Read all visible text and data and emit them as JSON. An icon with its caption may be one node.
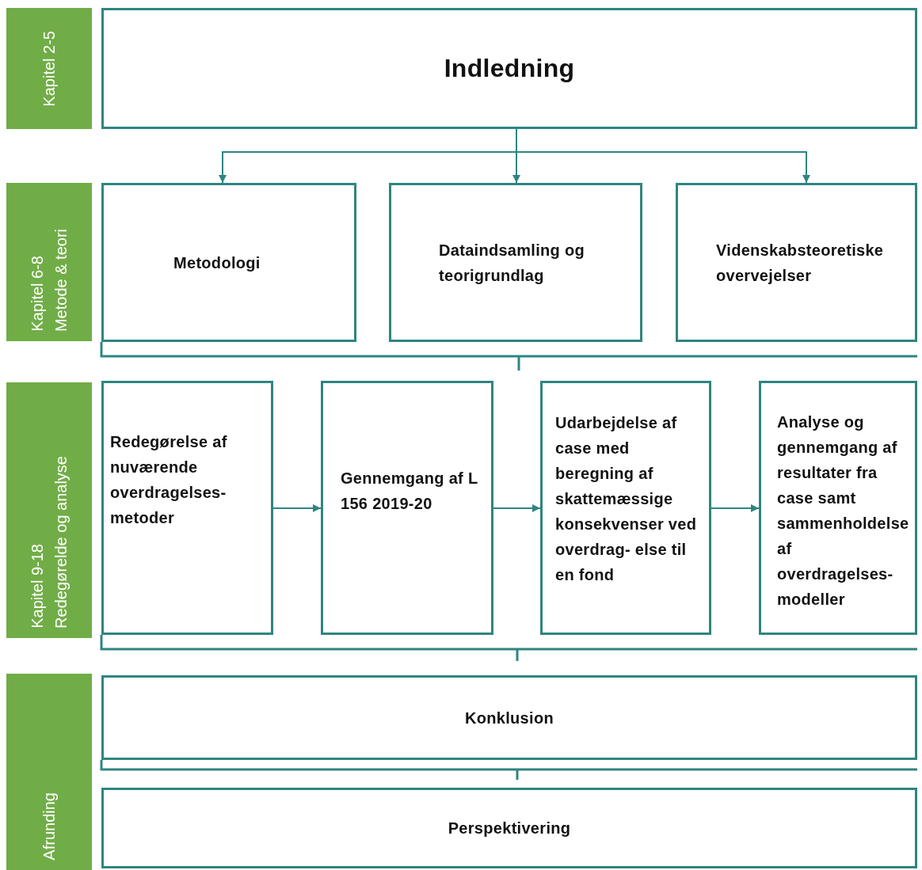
{
  "diagram": {
    "nodes": [
      {
        "text": [
          "Kapitel 2-5"
        ]
      },
      {
        "text": [
          "Indledning"
        ]
      },
      {
        "text": [
          "Kapitel 6-8",
          "Metode & teori"
        ]
      },
      {
        "text": [
          "Metodologi"
        ]
      },
      {
        "text": [
          "Dataindsamling og teorigrundlag"
        ]
      },
      {
        "text": [
          "Videnskabsteoretiske overvejelser"
        ]
      },
      {
        "text": [
          "Kapitel 9-18",
          "Redegørelde og analyse"
        ]
      },
      {
        "text": [
          "Redegørelse af nuværende overdragelses- metoder"
        ]
      },
      {
        "text": [
          "Gennemgang af L 156 2019-20"
        ]
      },
      {
        "text": [
          "Udarbejdelse af case med beregning af skattemæssige konsekvenser ved overdrag- else til en fond"
        ]
      },
      {
        "text": [
          "Analyse og gennemgang af resultater fra case samt sammenholdelse af overdragelses- modeller"
        ]
      },
      {
        "text": [
          "Afrunding"
        ]
      },
      {
        "text": [
          "Konklusion"
        ]
      },
      {
        "text": [
          "Perspektivering"
        ]
      }
    ],
    "edges": [
      {
        "from": 1,
        "to": 3,
        "arrow": "to"
      },
      {
        "from": 1,
        "to": 4,
        "arrow": "to"
      },
      {
        "from": 1,
        "to": 5,
        "arrow": "to"
      },
      {
        "from": 7,
        "to": 8,
        "arrow": "to"
      },
      {
        "from": 8,
        "to": 9,
        "arrow": "to"
      },
      {
        "from": 9,
        "to": 10,
        "arrow": "to"
      }
    ]
  }
}
